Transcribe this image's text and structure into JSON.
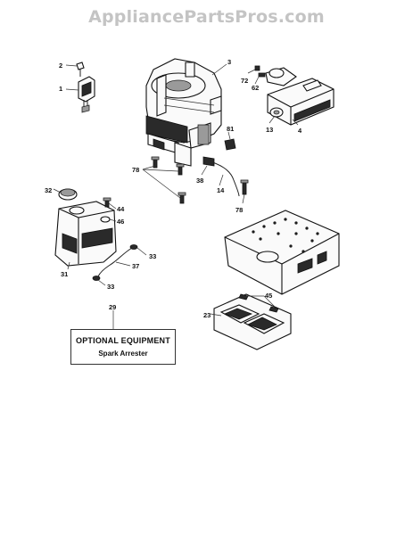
{
  "watermark": "AppliancePartsPros.com",
  "callouts": {
    "c1": "1",
    "c2": "2",
    "c3": "3",
    "c4": "4",
    "c13": "13",
    "c14": "14",
    "c23": "23",
    "c29": "29",
    "c31": "31",
    "c32": "32",
    "c33a": "33",
    "c33b": "33",
    "c37": "37",
    "c38": "38",
    "c44": "44",
    "c45": "45",
    "c46": "46",
    "c62": "62",
    "c72": "72",
    "c78a": "78",
    "c78b": "78",
    "c81": "81"
  },
  "optional_box": {
    "title": "OPTIONAL EQUIPMENT",
    "subtitle": "Spark Arrester"
  }
}
